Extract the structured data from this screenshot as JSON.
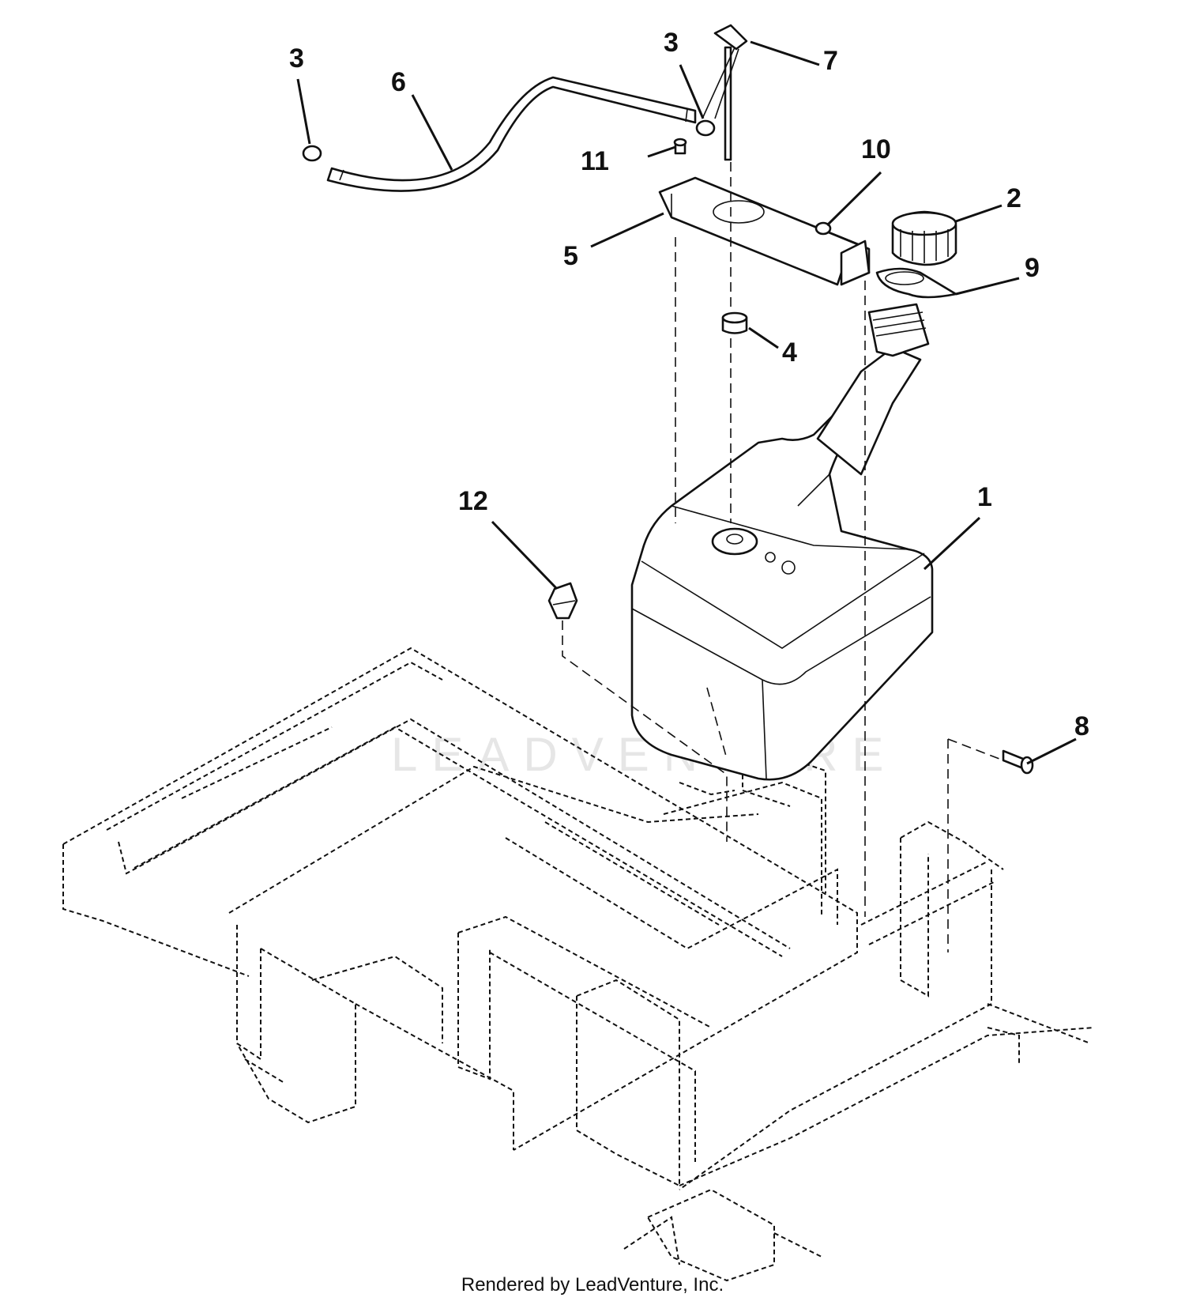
{
  "callouts": [
    {
      "id": "c1",
      "label": "1"
    },
    {
      "id": "c2",
      "label": "2"
    },
    {
      "id": "c3a",
      "label": "3"
    },
    {
      "id": "c3b",
      "label": "3"
    },
    {
      "id": "c4",
      "label": "4"
    },
    {
      "id": "c5",
      "label": "5"
    },
    {
      "id": "c6",
      "label": "6"
    },
    {
      "id": "c7",
      "label": "7"
    },
    {
      "id": "c8",
      "label": "8"
    },
    {
      "id": "c9",
      "label": "9"
    },
    {
      "id": "c10",
      "label": "10"
    },
    {
      "id": "c11",
      "label": "11"
    },
    {
      "id": "c12",
      "label": "12"
    }
  ],
  "watermark": "LEADVENTURE",
  "credit": "Rendered by LeadVenture, Inc."
}
